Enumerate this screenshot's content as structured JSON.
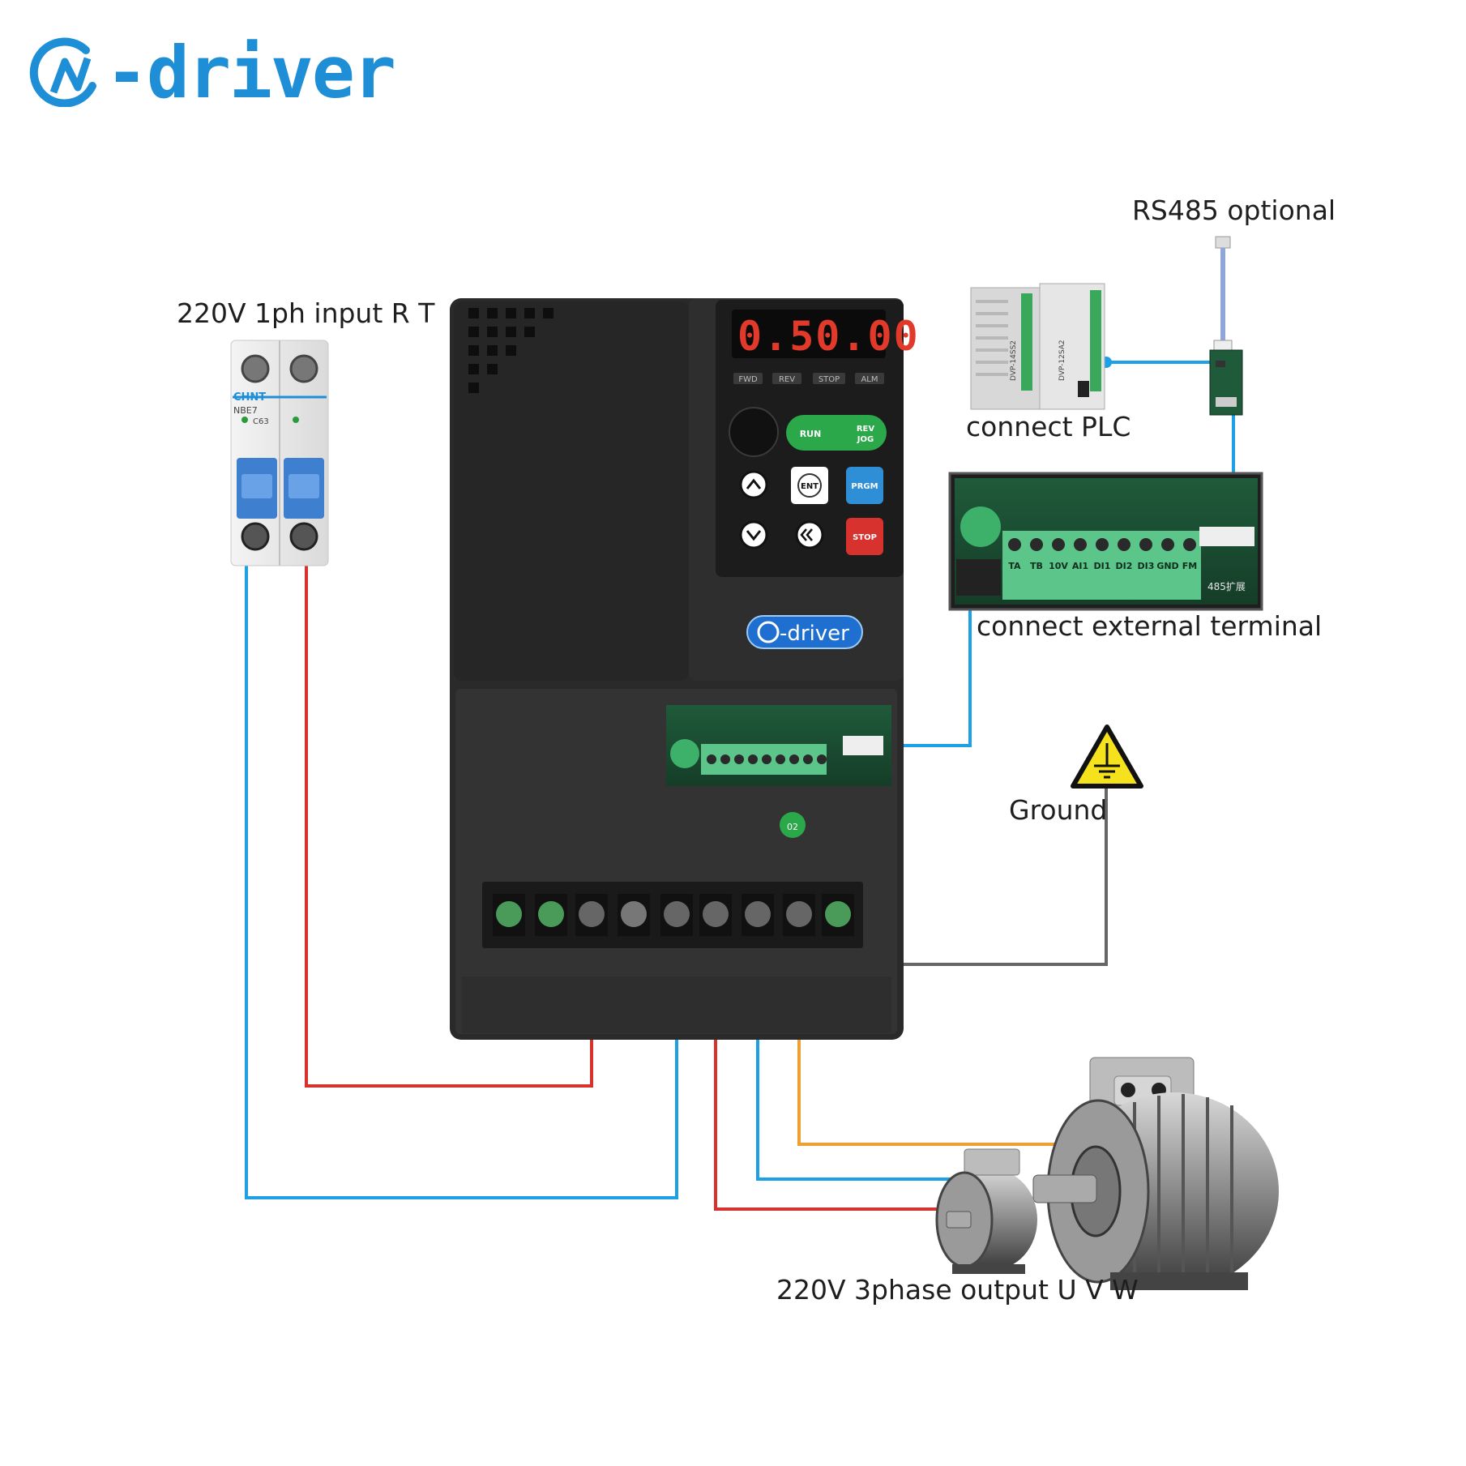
{
  "brand": {
    "logo_text": "-driver",
    "badge_text": "-driver",
    "accent_color": "#1e8fd6"
  },
  "labels": {
    "input": "220V 1ph input R T",
    "rs485": "RS485 optional",
    "plc": "connect  PLC",
    "terminal": "connect  external terminal",
    "ground": "Ground",
    "output": "220V 3phase output U V W"
  },
  "breaker": {
    "brand": "CHNT",
    "model": "NBE7",
    "rating": "C63"
  },
  "drive": {
    "display_value": "0.50.00",
    "indicators": [
      "FWD",
      "REV",
      "STOP",
      "ALM"
    ],
    "keys": {
      "run": "RUN",
      "rev": "REV",
      "jog": "JOG",
      "ent": "ENT",
      "prgm": "PRGM",
      "stop": "STOP"
    },
    "sticker": "02"
  },
  "plc_modules": [
    "DVP-14SS2",
    "DVP-12SA2"
  ],
  "terminal_block": {
    "labels": [
      "TA",
      "TB",
      "10V",
      "AI1",
      "DI1",
      "DI2",
      "DI3",
      "GND",
      "FM"
    ],
    "port_label": "485扩展"
  },
  "wire_colors": {
    "line_r": "#d8322e",
    "line_t": "#1ea0e6",
    "out_w": "#f0a030",
    "ground": "#666666",
    "signal": "#1ea0e6"
  }
}
